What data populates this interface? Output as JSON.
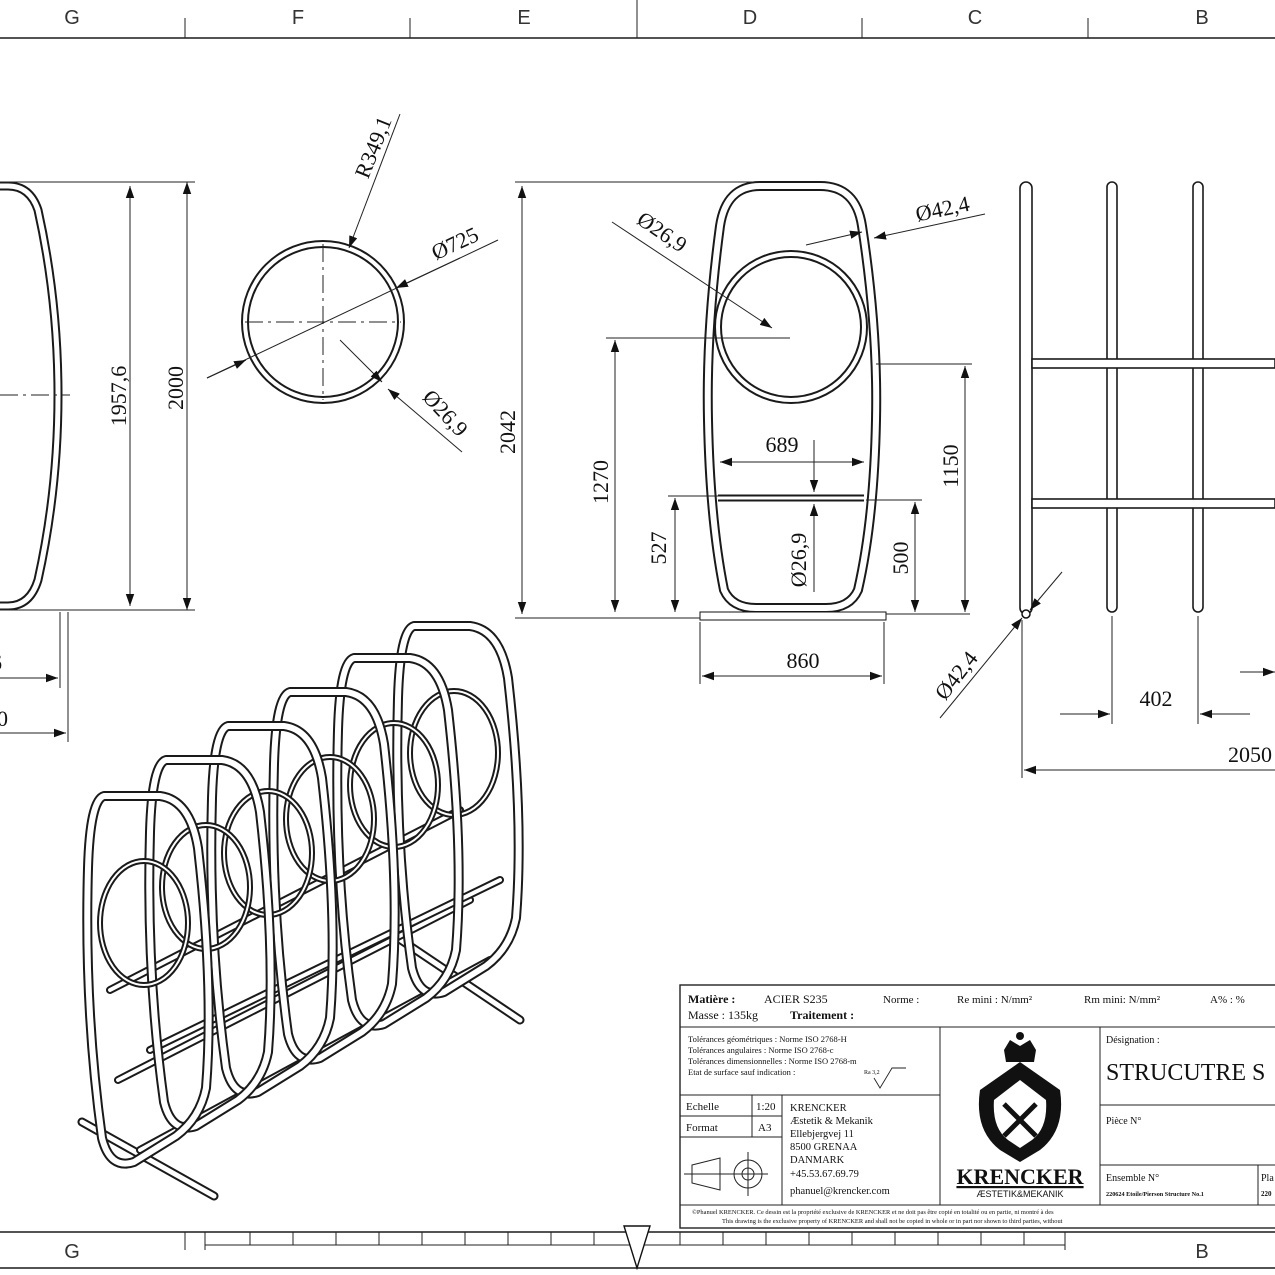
{
  "border": {
    "zones_top": [
      "G",
      "F",
      "E",
      "D",
      "C",
      "B"
    ],
    "zones_bottom": [
      "G",
      "B"
    ]
  },
  "views": {
    "side": {
      "height_inner": "1957,6",
      "height_outer": "2000",
      "partial_left_a": "6",
      "partial_left_b": "0"
    },
    "section": {
      "radius": "R349,1",
      "diameter": "Ø725",
      "tube": "Ø26,9"
    },
    "front": {
      "tube_top": "Ø26,9",
      "tube_frame": "Ø42,4",
      "height_total": "2042",
      "height_circle": "1270",
      "height_bar": "527",
      "width_inner": "689",
      "tube_bar": "Ø26,9",
      "height_right": "1150",
      "height_bar_right": "500",
      "width_base": "860"
    },
    "top": {
      "tube": "Ø42,4",
      "spacing": "402",
      "length": "2050"
    }
  },
  "title_block": {
    "material_label": "Matière :",
    "material": "ACIER S235",
    "norm_label": "Norme :",
    "re_min": "Re mini : N/mm²",
    "rm_min": "Rm mini: N/mm²",
    "a_pct": "A% : %",
    "mass": "Masse : 135kg",
    "treatment": "Traitement :",
    "tolerances": [
      "Tolérances géométriques : Norme ISO 2768-H",
      "Tolérances angulaires : Norme ISO 2768-c",
      "Tolérances dimensionnelles : Norme ISO 2768-m",
      "Etat de surface sauf indication :"
    ],
    "roughness": "Ra 3,2",
    "scale_label": "Echelle",
    "scale": "1:20",
    "format_label": "Format",
    "format": "A3",
    "company_lines": [
      "KRENCKER",
      "Æstetik & Mekanik",
      "Ellebjergvej 11",
      "8500 GRENAA",
      "DANMARK",
      "+45.53.67.69.79",
      "phanuel@krencker.com"
    ],
    "logo_name": "KRENCKER",
    "logo_tagline": "ÆSTETIK&MEKANIK",
    "designation_label": "Désignation :",
    "designation": "STRUCUTRE S",
    "piece_label": "Pièce N°",
    "ensemble_label": "Ensemble N°",
    "ensemble": "220624 Etoile/Pierson Structure No.1",
    "plan_label": "Pla",
    "plan_value": "220",
    "copyright_fr": "©Phanuel KRENCKER. Ce dessin est la propriété exclusive de KRENCKER et ne doit pas être copié en totalité ou en partie, ni montré à des",
    "copyright_en": "This drawing is the exclusive property of KRENCKER and shall not be copied in whole or in part nor shown to third parties, without"
  }
}
